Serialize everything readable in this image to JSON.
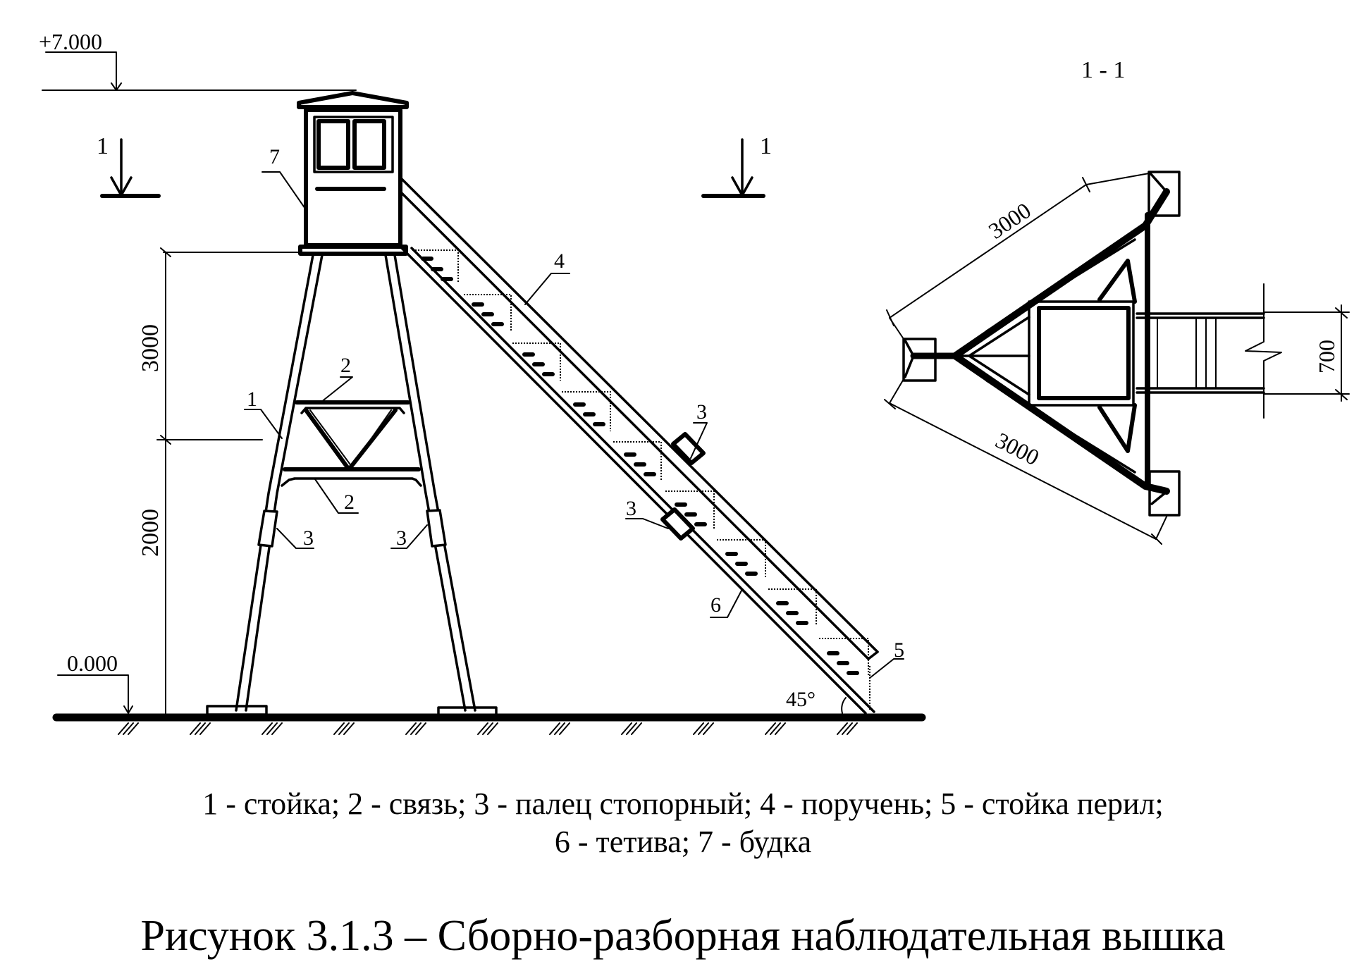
{
  "elevation": {
    "level_marks": {
      "top": "+7.000",
      "ground": "0.000"
    },
    "dimensions": {
      "upper": "3000",
      "lower": "2000"
    },
    "section_mark_label": "1",
    "angle_label": "45°",
    "callouts": {
      "post": "1",
      "brace_upper": "2",
      "brace_lower": "2",
      "pin_left": "3",
      "pin_right": "3",
      "pin_rail": "3",
      "pin_stringer": "3",
      "handrail": "4",
      "rail_post": "5",
      "stringer": "6",
      "booth": "7"
    }
  },
  "plan": {
    "title": "1 - 1",
    "dimensions": {
      "side_top": "3000",
      "side_bottom": "3000",
      "ladder_width": "700"
    }
  },
  "legend": {
    "line1": "1 - стойка; 2 - связь; 3 - палец стопорный; 4 - поручень; 5 - стойка перил;",
    "line2": "6 - тетива; 7 - будка",
    "items": [
      {
        "num": "1",
        "label": "стойка"
      },
      {
        "num": "2",
        "label": "связь"
      },
      {
        "num": "3",
        "label": "палец стопорный"
      },
      {
        "num": "4",
        "label": "поручень"
      },
      {
        "num": "5",
        "label": "стойка перил"
      },
      {
        "num": "6",
        "label": "тетива"
      },
      {
        "num": "7",
        "label": "будка"
      }
    ]
  },
  "caption": "Рисунок 3.1.3 – Сборно-разборная наблюдательная вышка"
}
